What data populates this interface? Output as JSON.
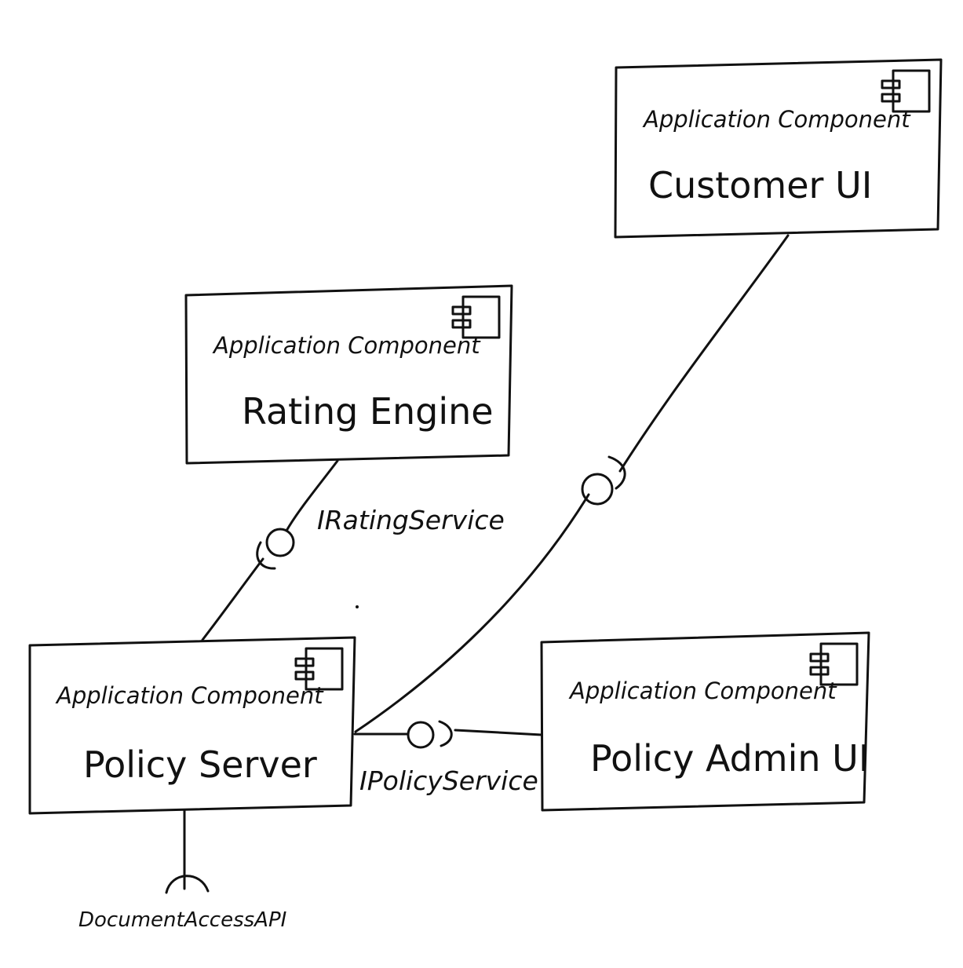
{
  "components": [
    {
      "id": "customer-ui",
      "stereotype": "Application Component",
      "name": "Customer UI"
    },
    {
      "id": "rating-engine",
      "stereotype": "Application Component",
      "name": "Rating Engine"
    },
    {
      "id": "policy-server",
      "stereotype": "Application Component",
      "name": "Policy Server"
    },
    {
      "id": "policy-admin-ui",
      "stereotype": "Application Component",
      "name": "Policy Admin UI"
    }
  ],
  "interfaces": {
    "rating_service": "IRatingService",
    "policy_service": "IPolicyService",
    "document_access": "DocumentAccessAPI"
  }
}
